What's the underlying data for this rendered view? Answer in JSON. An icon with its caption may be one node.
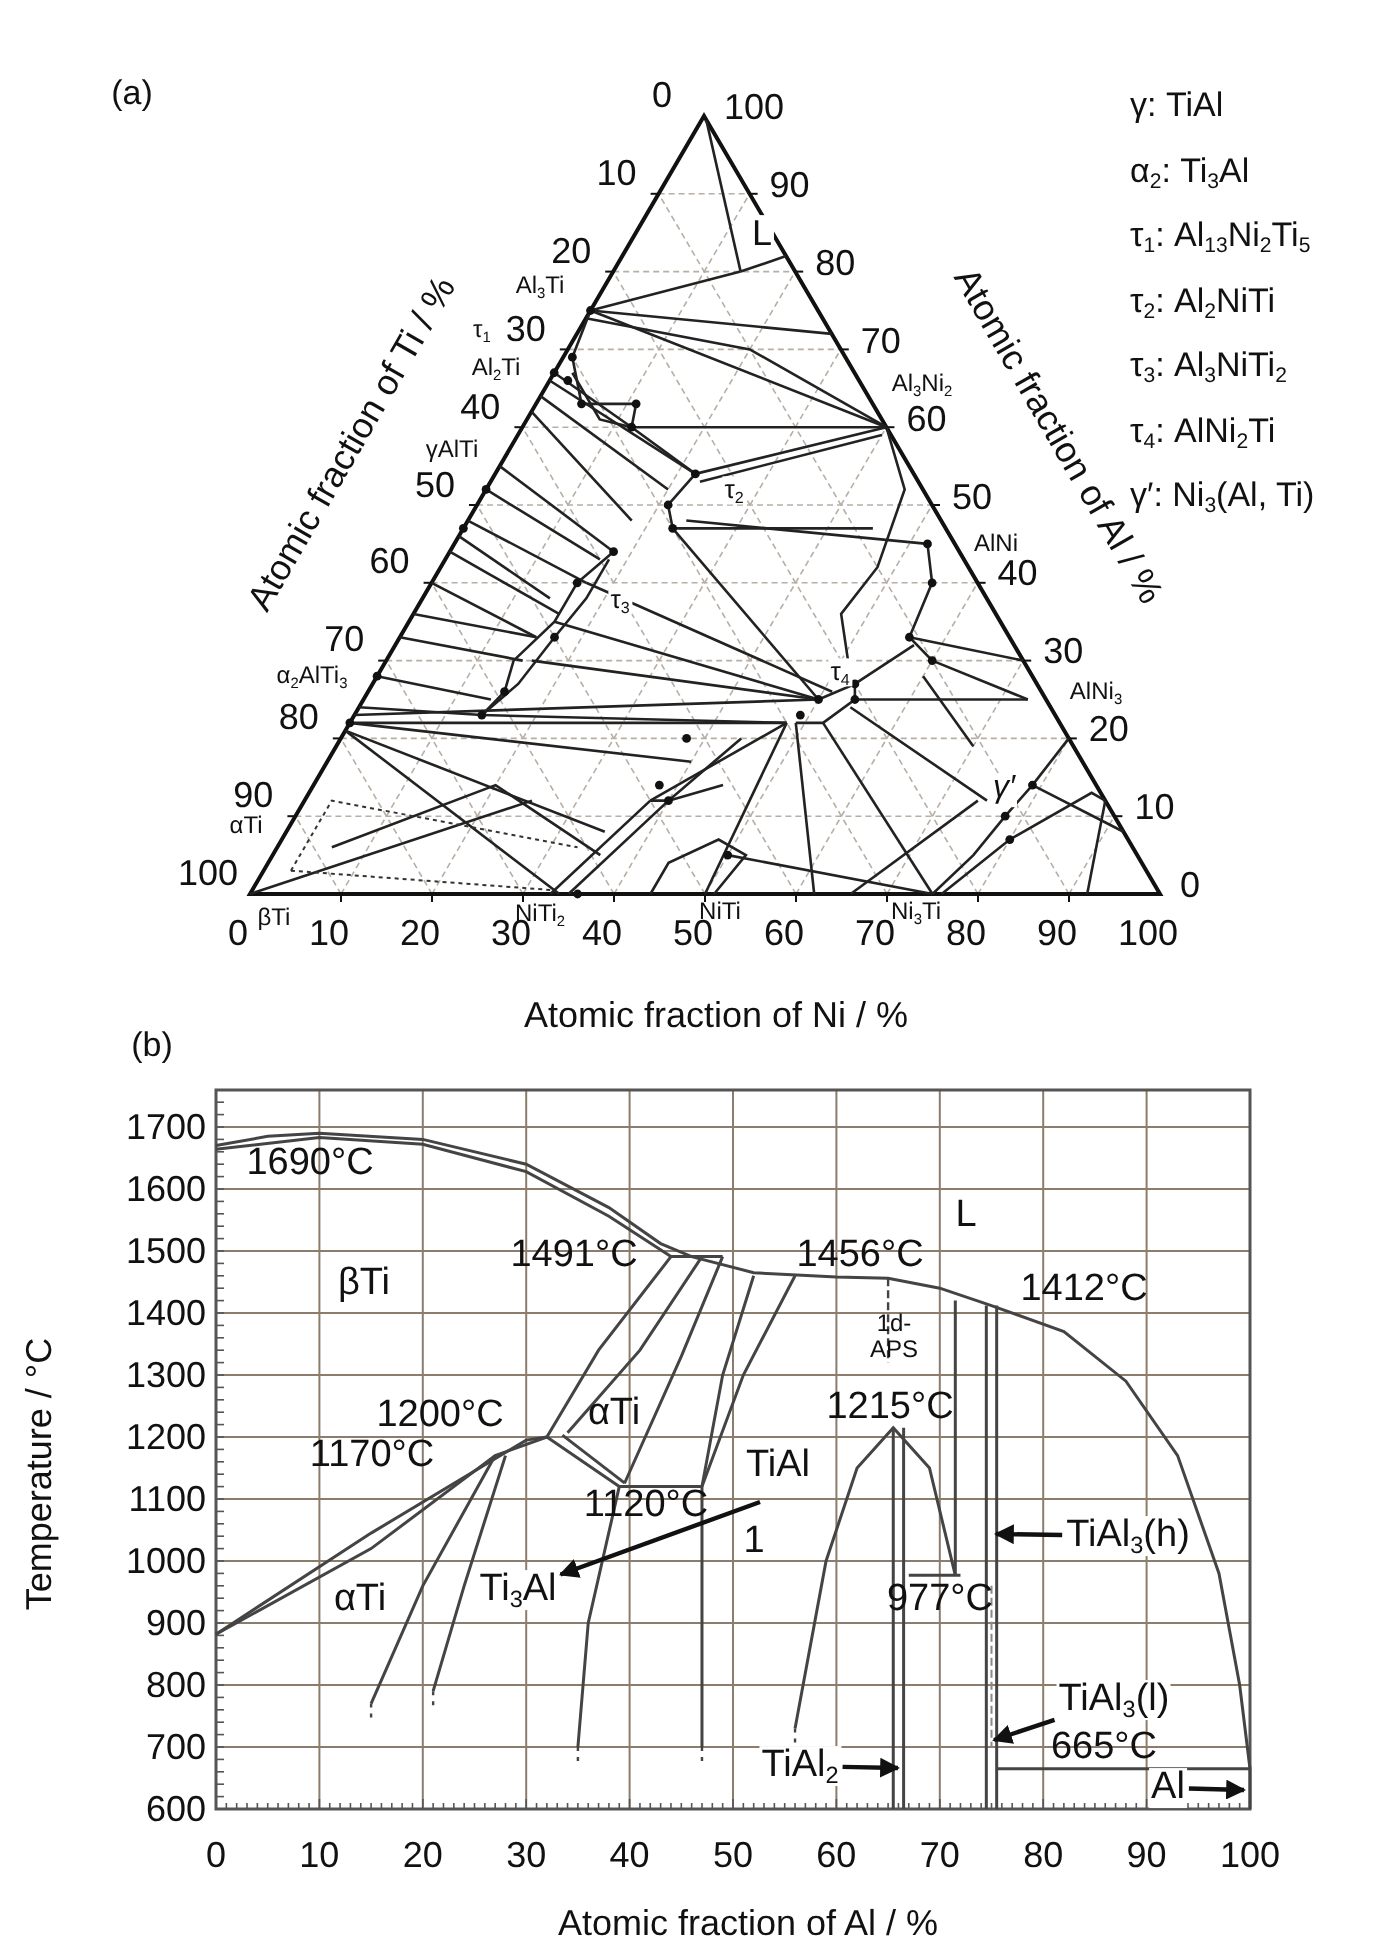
{
  "diagram": {
    "nodes": [
      {
        "text": [
          "TiAl$_{3}$(h)"
        ]
      },
      {
        "text": [
          "TiAl$_{3}$(l)"
        ]
      },
      {
        "text": [
          "TiAl$_{2}$"
        ]
      },
      {
        "text": [
          "Al"
        ]
      },
      {
        "text": [
          "Ti$_{3}$Al"
        ]
      }
    ],
    "edges": [
      {
        "from": 0,
        "to": null,
        "arrow": "to"
      },
      {
        "from": 1,
        "to": null,
        "arrow": "to"
      },
      {
        "from": 2,
        "to": null,
        "arrow": "to"
      },
      {
        "from": 3,
        "to": null,
        "arrow": "to"
      },
      {
        "from": null,
        "to": 4,
        "arrow": "to"
      }
    ],
    "labels": [
      "(a)",
      "0",
      "10",
      "20",
      "30",
      "40",
      "50",
      "60",
      "70",
      "80",
      "90",
      "100",
      "100",
      "90",
      "80",
      "70",
      "60",
      "50",
      "40",
      "30",
      "20",
      "10",
      "0",
      "γ: TiAl",
      "α$_{2}$: Ti$_{3}$Al",
      "τ$_{1}$: Al$_{13}$Ni$_{2}$Ti$_{5}$",
      "τ$_{2}$: Al$_{2}$NiTi",
      "τ$_{3}$: Al$_{3}$NiTi$_{2}$",
      "τ$_{4}$: AlNi$_{2}$Ti",
      "γ′: Ni$_{3}$(Al, Ti)",
      "Al$_{3}$Ti",
      "τ$_{1}$",
      "Al$_{2}$Ti",
      "γAlTi",
      "α$_{2}$AlTi$_{3}$",
      "αTi",
      "βTi",
      "L",
      "τ$_{2}$",
      "τ$_{3}$",
      "τ$_{4}$",
      "γ′",
      "Al$_{3}$Ni$_{2}$",
      "AlNi",
      "AlNi$_{3}$",
      "NiTi$_{2}$",
      "NiTi",
      "Ni$_{3}$Ti",
      "0",
      "10",
      "20",
      "30",
      "40",
      "50",
      "60",
      "70",
      "80",
      "90",
      "100",
      "Atomic fraction of Ti / %",
      "Atomic fraction of Al / %",
      "Atomic fraction of Ni / %",
      "(b)",
      "1700",
      "1600",
      "1500",
      "1400",
      "1300",
      "1200",
      "1100",
      "1000",
      "900",
      "800",
      "700",
      "600",
      "1690°C",
      "βTi",
      "1491°C",
      "1456°C",
      "L",
      "1412°C",
      "1d-APS",
      "1200°C",
      "1170°C",
      "αTi",
      "1215°C",
      "TiAl",
      "1120°C",
      "1",
      "αTi",
      "977°C",
      "665°C",
      "0",
      "10",
      "20",
      "30",
      "40",
      "50",
      "60",
      "70",
      "80",
      "90",
      "100",
      "Temperature / °C",
      "Atomic fraction of Al / %"
    ]
  }
}
